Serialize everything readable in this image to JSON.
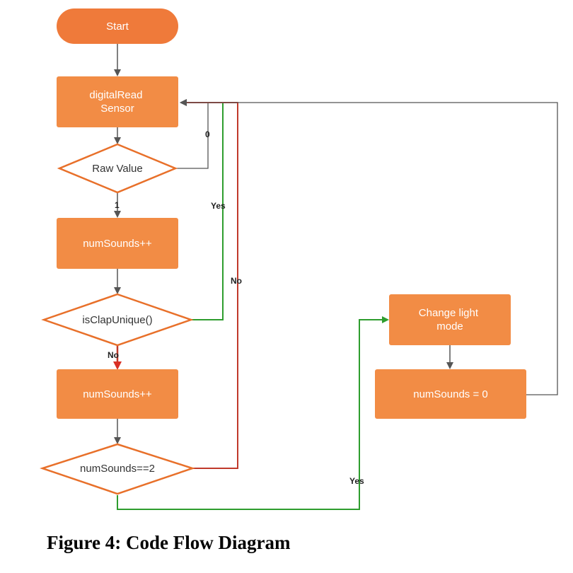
{
  "colors": {
    "node_fill": "#f28c45",
    "start_fill": "#ef7a3a",
    "diamond_stroke": "#e8702a",
    "connector": "#555555",
    "yes_line": "#2e9d2e",
    "no_line": "#c0392b"
  },
  "nodes": {
    "start": "Start",
    "read_sensor_line1": "digitalRead",
    "read_sensor_line2": "Sensor",
    "raw_value": "Raw Value",
    "increment_1": "numSounds++",
    "is_clap_unique": "isClapUnique()",
    "increment_2": "numSounds++",
    "num_sounds_check": "numSounds==2",
    "change_light_line1": "Change light",
    "change_light_line2": "mode",
    "reset_sounds": "numSounds = 0"
  },
  "edges": {
    "raw_zero": "0",
    "raw_one": "1",
    "unique_yes": "Yes",
    "unique_no": "No",
    "check_no": "No",
    "check_yes": "Yes"
  },
  "caption": "Figure 4: Code Flow Diagram"
}
